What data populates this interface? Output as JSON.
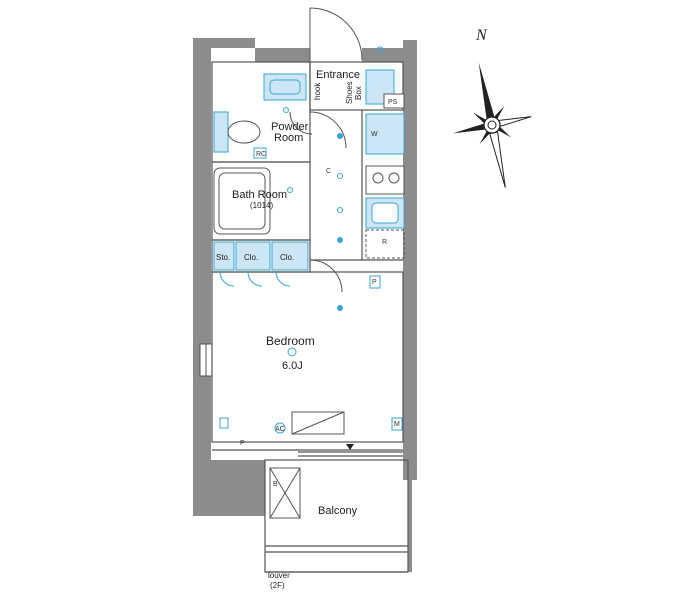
{
  "rooms": {
    "entrance": "Entrance",
    "powder": [
      "Powder",
      "Room"
    ],
    "bath": "Bath Room",
    "bath_code": "(1014)",
    "bedroom": "Bedroom",
    "bedroom_size": "6.0J",
    "balcony": "Balcony",
    "louver": "louver",
    "louver_floor": "(2F)"
  },
  "storage": {
    "hook": "hook",
    "shoes_box": [
      "Shoes",
      "Box"
    ],
    "sto": "Sto.",
    "clo1": "Clo.",
    "clo2": "Clo."
  },
  "symbols": {
    "ps": "PS",
    "w": "W",
    "r": "R",
    "c": "C",
    "rc": "RC",
    "ac": "AC",
    "p_outlet": "P",
    "p_floor": "P",
    "m": "M",
    "b": "B"
  },
  "compass": {
    "north": "N"
  },
  "colors": {
    "wall": "#8c8c8c",
    "fixture": "#3aa3d8",
    "fixture_fill": "#cde6f5",
    "line": "#555555"
  }
}
